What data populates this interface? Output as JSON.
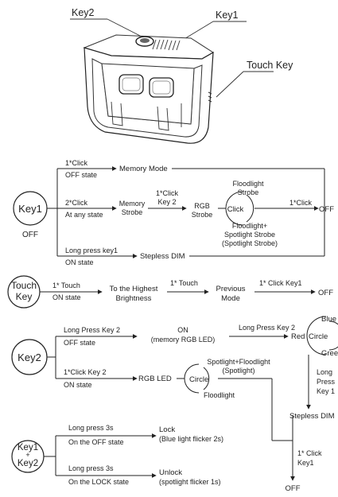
{
  "figure": {
    "callouts": {
      "key2": "Key2",
      "key1": "Key1",
      "touch_key": "Touch Key"
    }
  },
  "key1_section": {
    "node": "Key1",
    "node_sub": "OFF",
    "branch1": {
      "action": "1*Click",
      "state": "OFF state",
      "result": "Memory Mode"
    },
    "branch2": {
      "action": "2*Click",
      "state": "At any state",
      "result_line1": "Memory",
      "result_line2": "Strobe",
      "next_action_line1": "1*Click",
      "next_action_line2": "Key 2",
      "rgb_line1": "RGB",
      "rgb_line2": "Strobe",
      "circle_label": "Click",
      "circle_top_line1": "Floodlight",
      "circle_top_line2": "Strobe",
      "circle_bottom_line1": "Floodlight+",
      "circle_bottom_line2": "Spotlight Strobe",
      "circle_bottom_line3": "(Spotlight Strobe)"
    },
    "exit_action": "1*Click",
    "exit_result": "OFF",
    "branch3": {
      "action": "Long press key1",
      "state": "ON state",
      "result": "Stepless DIM"
    }
  },
  "touch_section": {
    "node_line1": "Touch",
    "node_line2": "Key",
    "action1": "1* Touch",
    "state1": "ON state",
    "result1_line1": "To the Highest",
    "result1_line2": "Brightness",
    "action2": "1* Touch",
    "result2_line1": "Previous",
    "result2_line2": "Mode",
    "action3": "1* Click Key1",
    "result3": "OFF"
  },
  "key2_section": {
    "node": "Key2",
    "branch1": {
      "action": "Long Press Key 2",
      "state": "OFF state",
      "result_line1": "ON",
      "result_line2": "(memory RGB LED)",
      "next_action": "Long Press Key 2",
      "red": "Red",
      "circle": "Circle",
      "blue": "Blue",
      "green": "Green"
    },
    "branch2": {
      "action": "1*Click Key 2",
      "state": "ON state",
      "result": "RGB LED",
      "circle": "Circle",
      "top_line1": "Spotlight+Floodlight",
      "top_line2": "(Spotlight)",
      "bottom": "Floodlight"
    },
    "long_press_line1": "Long",
    "long_press_line2": "Press",
    "long_press_line3": "Key 1",
    "stepless": "Stepless DIM",
    "final_action_line1": "1* Click",
    "final_action_line2": "Key1",
    "final_result": "OFF"
  },
  "combo_section": {
    "node_line1": "Key1",
    "node_plus": "+",
    "node_line2": "Key2",
    "branch1": {
      "action": "Long press 3s",
      "state": "On the OFF state",
      "result_line1": "Lock",
      "result_line2": "(Blue light flicker 2s)"
    },
    "branch2": {
      "action": "Long press 3s",
      "state": "On the LOCK state",
      "result_line1": "Unlock",
      "result_line2": "(spotlight flicker 1s)"
    }
  }
}
